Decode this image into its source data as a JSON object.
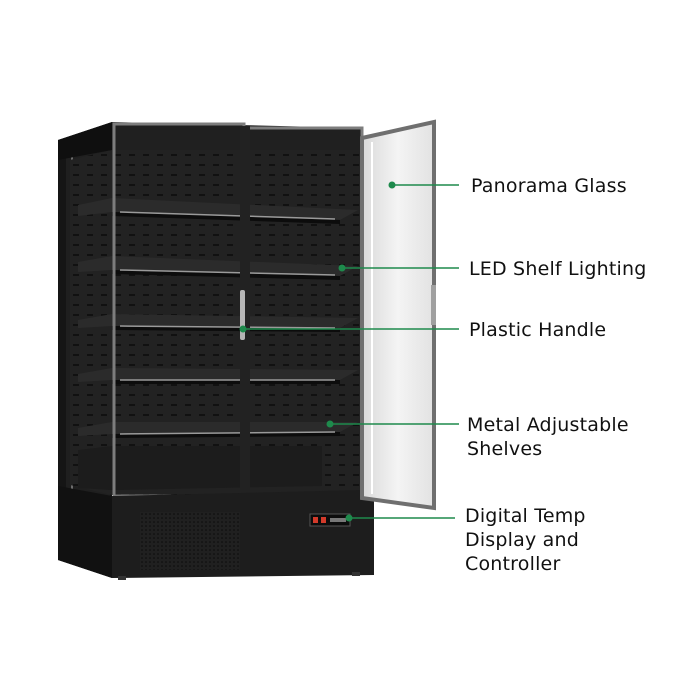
{
  "callouts": [
    {
      "id": "panorama-glass",
      "lines": [
        "Panorama Glass"
      ]
    },
    {
      "id": "led-shelf-lighting",
      "lines": [
        "LED Shelf Lighting"
      ]
    },
    {
      "id": "plastic-handle",
      "lines": [
        "Plastic Handle"
      ]
    },
    {
      "id": "metal-adjustable-shelves",
      "lines": [
        "Metal Adjustable",
        "Shelves"
      ]
    },
    {
      "id": "digital-temp-display",
      "lines": [
        "Digital Temp",
        "Display and",
        "Controller"
      ]
    }
  ],
  "colors": {
    "callout_line": "#1e8a4c",
    "cabinet": "#1b1b1b",
    "cabinet_dark": "#0d0d0d",
    "shelf": "#2a2a2a",
    "frame": "#8c8c8c"
  }
}
